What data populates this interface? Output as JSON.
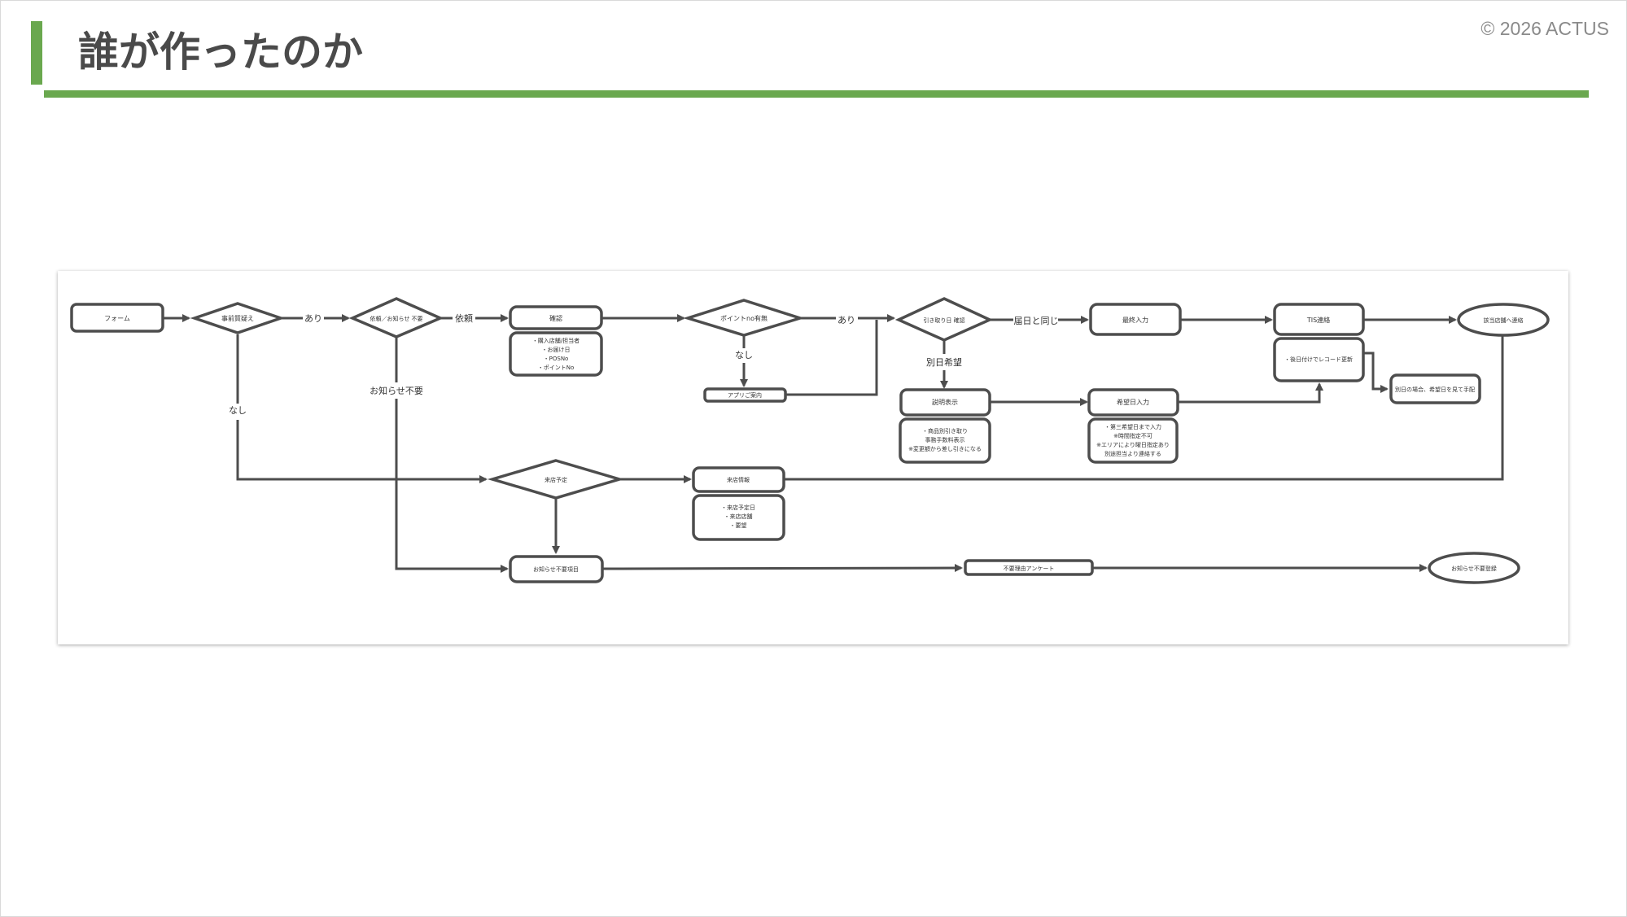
{
  "header": {
    "title": "誰が作ったのか",
    "copyright": "© 2026 ACTUS"
  },
  "colors": {
    "accent": "#6aa84f",
    "stroke": "#4d4d4d",
    "text": "#444444"
  },
  "flow": {
    "nodes": {
      "form": "フォーム",
      "prior_check": "事前質疑え",
      "request_decision": "依頼／お知らせ 不要",
      "confirm": "確認",
      "confirm_notes": [
        "・購入店舗/担当者",
        "・お届け日",
        "・POSNo",
        "・ポイントNo"
      ],
      "point_decision": "ポイントno有無",
      "app_guide": "アプリご案内",
      "pickup_decision": "引き取り日 確認",
      "final_input": "最終入力",
      "tis_contact": "TIS連絡",
      "store_contact": "該当店舗へ連絡",
      "explain": "説明表示",
      "explain_notes": [
        "・商品別引き取り",
        "事務手数料表示",
        "※変更額から差し引きになる"
      ],
      "hope_input": "希望日入力",
      "hope_notes": [
        "・第三希望日まで入力",
        "※時間指定不可",
        "※エリアにより曜日指定あり",
        "別途担当より連絡する"
      ],
      "record_update": "・後日付けでレコード更新",
      "other_day_note": "別日の場合、希望日を見て手配",
      "visit_decision": "来店予定",
      "visit_info": "来店情報",
      "visit_notes": [
        "・来店予定日",
        "・来店店舗",
        "・要望"
      ],
      "notice_item": "お知らせ不要項目",
      "survey": "不要理由アンケート",
      "notice_register": "お知らせ不要登録"
    },
    "edge_labels": {
      "yes1": "あり",
      "request": "依頼",
      "yes2": "あり",
      "same_day": "届日と同じ",
      "none1": "なし",
      "none2": "なし",
      "notice_unneeded": "お知らせ不要",
      "other_day": "別日希望"
    }
  }
}
